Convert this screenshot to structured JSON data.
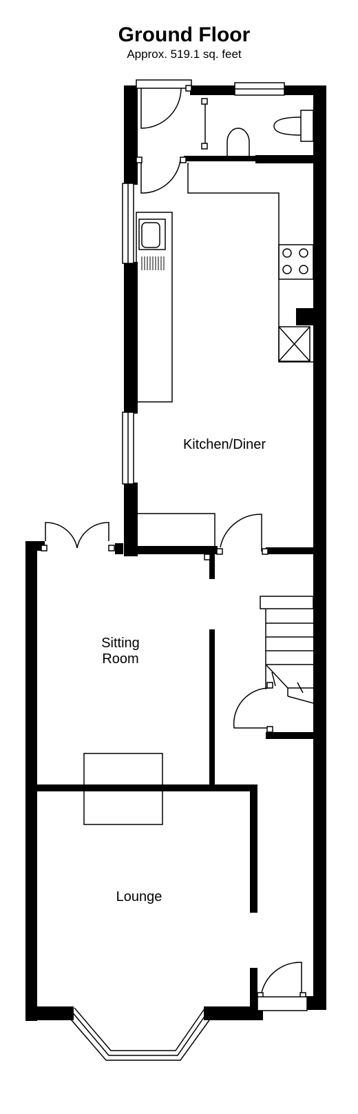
{
  "header": {
    "title": "Ground Floor",
    "area": "Approx. 519.1 sq. feet"
  },
  "rooms": {
    "kitchen": "Kitchen/Diner",
    "sitting_line1": "Sitting",
    "sitting_line2": "Room",
    "lounge": "Lounge"
  },
  "colors": {
    "wall": "#000000",
    "background": "#ffffff"
  }
}
